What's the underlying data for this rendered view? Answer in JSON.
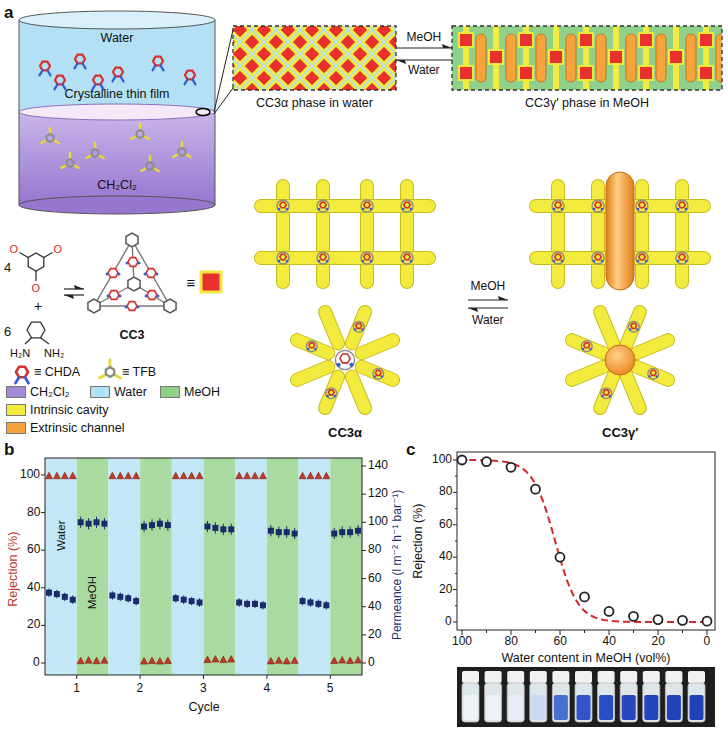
{
  "diagram": {
    "nodes": [
      {
        "text": [
          "Water"
        ]
      },
      {
        "text": [
          "Crystalline thin film"
        ]
      },
      {
        "text": [
          "CH₂Cl₂"
        ]
      },
      {
        "text": [
          "CC3α phase in water"
        ]
      },
      {
        "text": [
          "CC3γ′ phase in MeOH"
        ]
      }
    ],
    "edges": [
      {
        "from": 1,
        "to": 3,
        "arrow": "none"
      },
      {
        "from": 3,
        "to": 4,
        "label": "MeOH",
        "arrow": "to"
      },
      {
        "from": 4,
        "to": 3,
        "label": "Water",
        "arrow": "to"
      }
    ],
    "labels": [
      "a",
      "4",
      "O",
      "O",
      "O",
      "+",
      "6",
      "H₂N",
      "NH₂",
      "CC3",
      "≡",
      "CC3α",
      "MeOH",
      "Water",
      "CC3γ′",
      "b",
      "Rejection (%)",
      "0",
      "20",
      "40",
      "60",
      "80",
      "100",
      "Permeance (l m⁻² h⁻¹ bar⁻¹)",
      "0",
      "20",
      "40",
      "60",
      "80",
      "100",
      "120",
      "140",
      "Cycle",
      "1",
      "2",
      "3",
      "4",
      "5",
      "Water",
      "MeOH",
      "c",
      "Rejection (%)",
      "0",
      "20",
      "40",
      "60",
      "80",
      "100",
      "100",
      "80",
      "60",
      "40",
      "20",
      "0",
      "Water content in MeOH (vol%)"
    ],
    "legend": [
      {
        "text": "≡ CHDA"
      },
      {
        "text": "≡ TFB"
      },
      {
        "text": "CH₂Cl₂",
        "color": "#a58bd6"
      },
      {
        "text": "Water",
        "color": "#b3e0f4"
      },
      {
        "text": "MeOH",
        "color": "#8fd18a"
      },
      {
        "text": "Intrinsic cavity",
        "color": "#f2ea3c"
      },
      {
        "text": "Extrinsic channel",
        "color": "#f5a33a"
      }
    ]
  }
}
